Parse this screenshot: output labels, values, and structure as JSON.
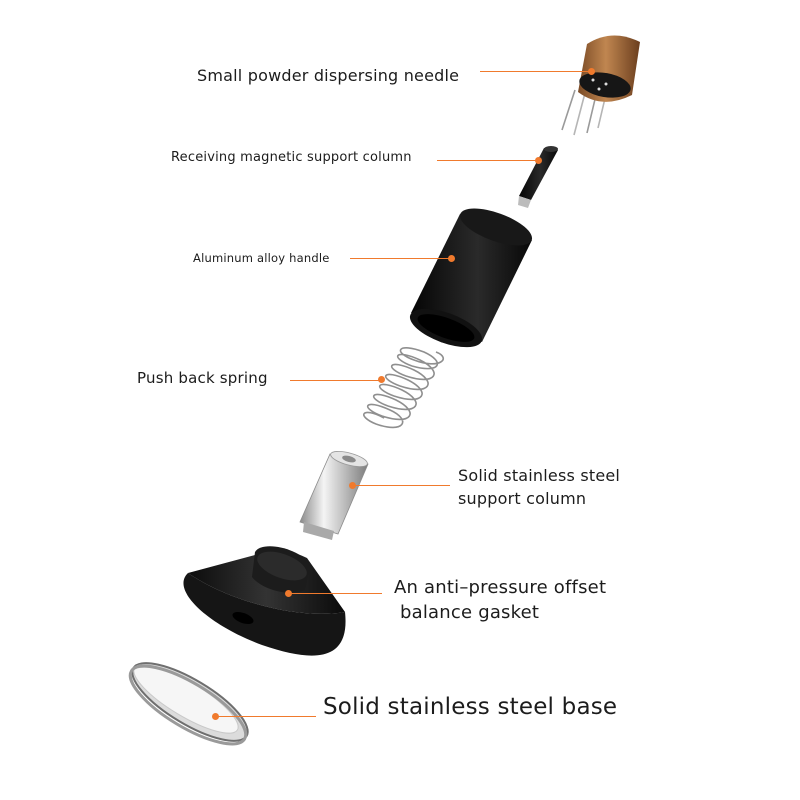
{
  "colors": {
    "accent": "#f07a2d",
    "metal_dark": "#121212",
    "wood": "#a0683b",
    "steel": "#c9c9c9"
  },
  "parts": [
    {
      "id": "needle",
      "label": "Small powder dispersing needle"
    },
    {
      "id": "magnet",
      "label": "Receiving magnetic support column"
    },
    {
      "id": "handle",
      "label": "Aluminum alloy handle"
    },
    {
      "id": "spring",
      "label": "Push back spring"
    },
    {
      "id": "column",
      "label_line1": "Solid stainless steel",
      "label_line2": "support column"
    },
    {
      "id": "gasket",
      "label_line1": "An anti–pressure offset",
      "label_line2": "balance gasket"
    },
    {
      "id": "base",
      "label": "Solid stainless steel base"
    }
  ]
}
